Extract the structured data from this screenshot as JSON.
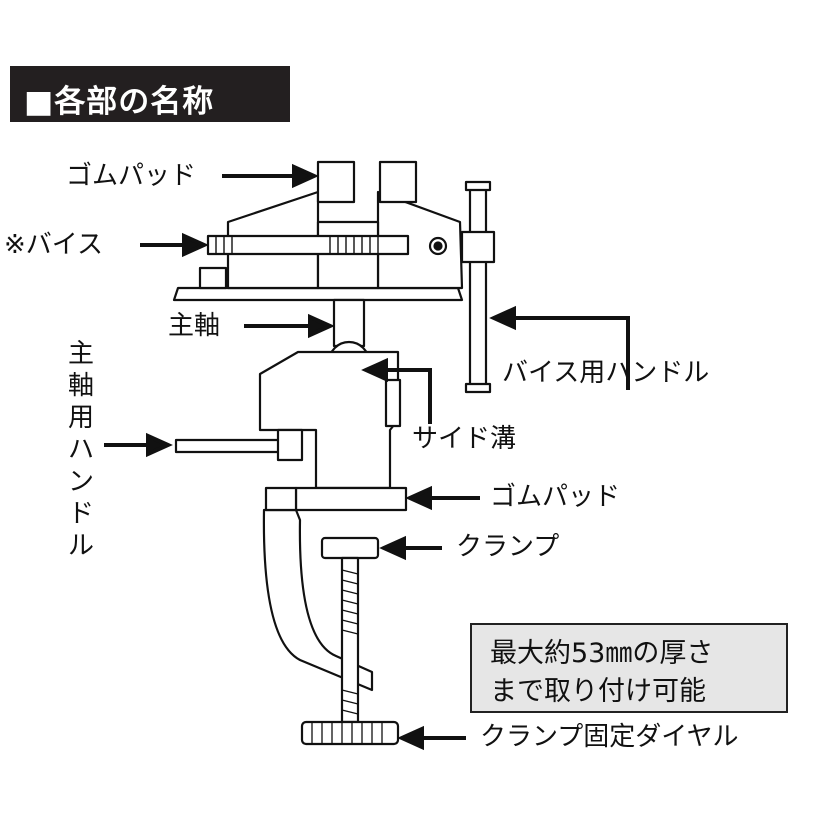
{
  "title": "■各部の名称",
  "labels": {
    "rubber_pad_top": "ゴムパッド",
    "vise": "※バイス",
    "main_shaft": "主軸",
    "main_shaft_handle": "主軸用ハンドル",
    "vise_handle": "バイス用ハンドル",
    "side_groove": "サイド溝",
    "rubber_pad_bottom": "ゴムパッド",
    "clamp": "クランプ",
    "clamp_dial": "クランプ固定ダイヤル"
  },
  "note": {
    "line1": "最大約53㎜の厚さ",
    "line2": "まで取り付け可能"
  }
}
